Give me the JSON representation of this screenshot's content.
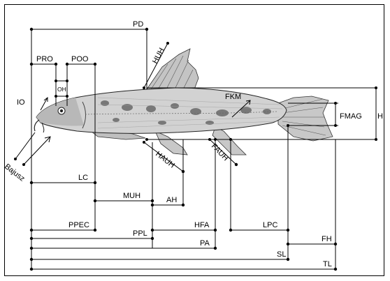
{
  "diagram": {
    "labels": {
      "pd": "PD",
      "pro": "PRO",
      "poo": "POO",
      "oh": "OH",
      "io": "IO",
      "huh": "HUH",
      "fkm": "FKM",
      "fmag": "FMAG",
      "h": "H",
      "bajusz": "Bajusz",
      "lc": "LC",
      "hauh": "HAUH",
      "fauh": "FAUH",
      "muh": "MUH",
      "ah": "AH",
      "ppec": "PPEC",
      "hfa": "HFA",
      "lpc": "LPC",
      "ppl": "PPL",
      "fh": "FH",
      "pa": "PA",
      "sl": "SL",
      "tl": "TL"
    },
    "colors": {
      "fish_body": "#cfcfcf",
      "fish_spots": "#555555",
      "fins": "#bdbdbd",
      "lines": "#000000"
    }
  }
}
